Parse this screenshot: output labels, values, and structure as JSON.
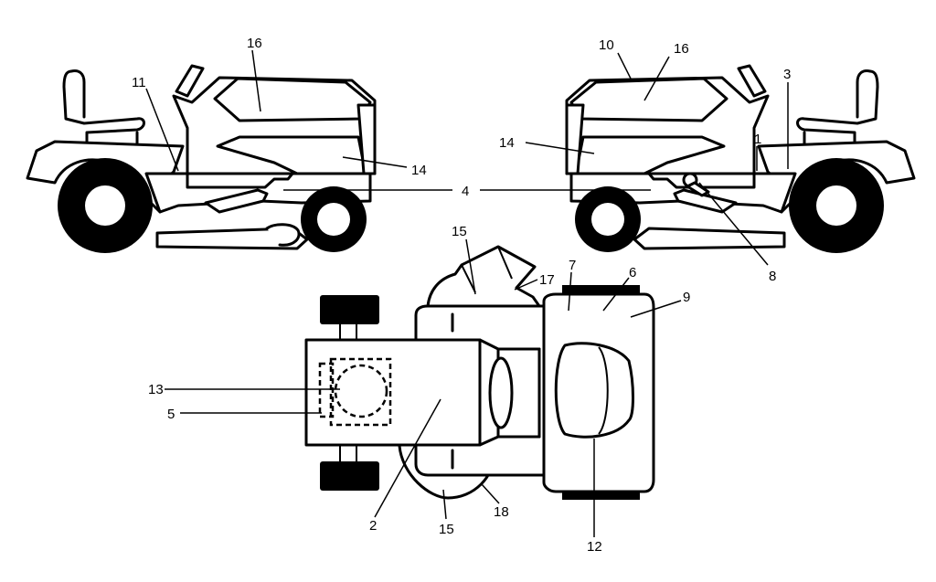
{
  "callouts": {
    "c1": "1",
    "c2": "2",
    "c3": "3",
    "c4": "4",
    "c5": "5",
    "c6": "6",
    "c7": "7",
    "c8": "8",
    "c9": "9",
    "c10": "10",
    "c11": "11",
    "c12": "12",
    "c13": "13",
    "c14_left": "14",
    "c14_right": "14",
    "c15_top": "15",
    "c15_bottom": "15",
    "c16_left": "16",
    "c16_right": "16",
    "c17": "17",
    "c18": "18"
  }
}
